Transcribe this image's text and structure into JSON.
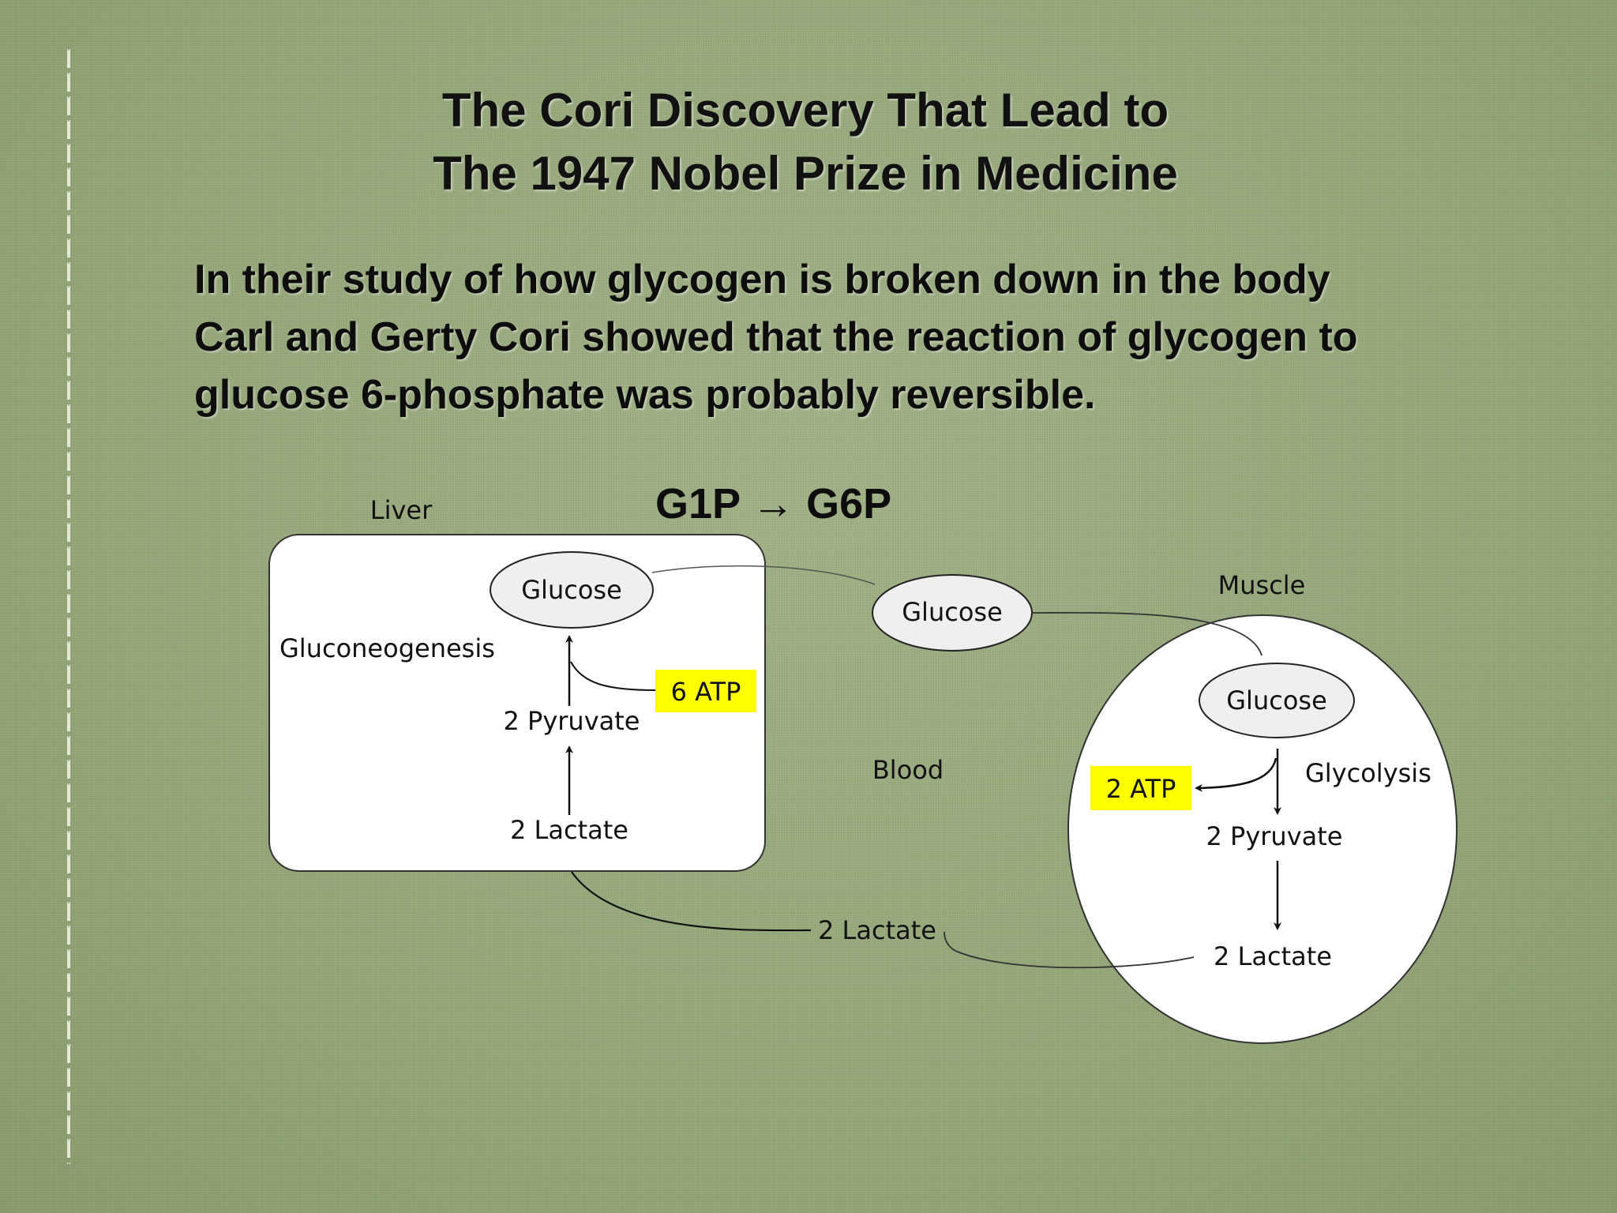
{
  "slide": {
    "title_line1": "The Cori Discovery That Lead to",
    "title_line2": "The 1947 Nobel Prize in Medicine",
    "body_line1": "In their study of how glycogen is broken down in the body",
    "body_line2": "Carl and Gerty Cori showed that the reaction of glycogen to",
    "body_line3": "glucose 6-phosphate was probably reversible.",
    "reaction": "G1P → G6P"
  },
  "diagram": {
    "liver": {
      "label": "Liver",
      "glucose": "Glucose",
      "process": "Gluconeogenesis",
      "atp": "6 ATP",
      "pyruvate": "2 Pyruvate",
      "lactate": "2 Lactate"
    },
    "blood": {
      "label": "Blood",
      "glucose": "Glucose",
      "lactate": "2 Lactate"
    },
    "muscle": {
      "label": "Muscle",
      "glucose": "Glucose",
      "process": "Glycolysis",
      "atp": "2 ATP",
      "pyruvate": "2 Pyruvate",
      "lactate": "2 Lactate"
    }
  },
  "colors": {
    "background": "#97a87b",
    "atp_highlight": "#ffff00",
    "node_fill": "#efefef",
    "compartment_fill": "#ffffff"
  }
}
